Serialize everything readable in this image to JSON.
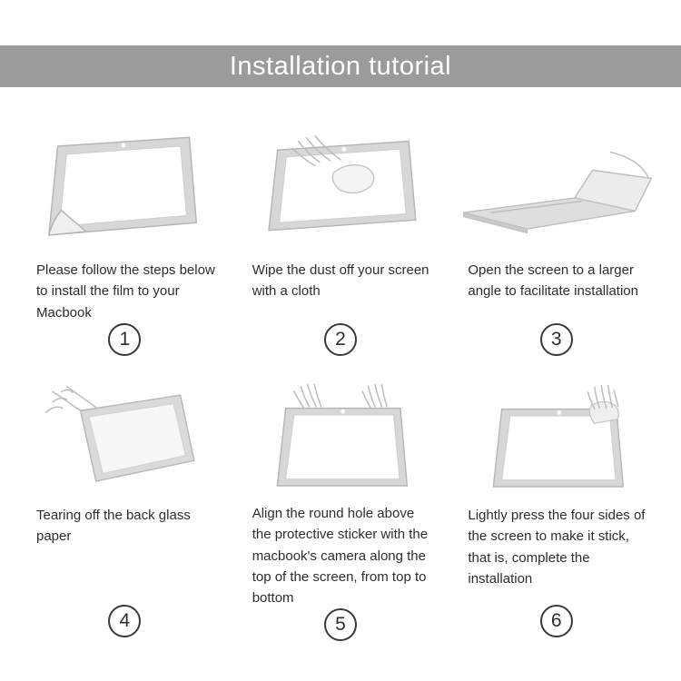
{
  "header": {
    "title": "Installation tutorial"
  },
  "colors": {
    "banner_bg": "#9b9b9b",
    "banner_text": "#ffffff",
    "caption_text": "#2d2d2d",
    "line_art": "#bdbdbd"
  },
  "steps": [
    {
      "number": "1",
      "caption": "Please follow the steps below to install the film to your Macbook",
      "illustration": "screen-film-peel"
    },
    {
      "number": "2",
      "caption": "Wipe the dust off your screen with a cloth",
      "illustration": "wipe-screen-with-cloth"
    },
    {
      "number": "3",
      "caption": "Open the screen to a larger angle to facilitate installation",
      "illustration": "laptop-opened-wide"
    },
    {
      "number": "4",
      "caption": "Tearing off the back glass paper",
      "illustration": "tear-back-paper"
    },
    {
      "number": "5",
      "caption": "Align the round hole above the protective sticker with the macbook's camera along the top of the screen, from top to bottom",
      "illustration": "align-film-with-camera"
    },
    {
      "number": "6",
      "caption": "Lightly press the four sides of the screen to make it stick, that is, complete the installation",
      "illustration": "press-four-sides"
    }
  ]
}
